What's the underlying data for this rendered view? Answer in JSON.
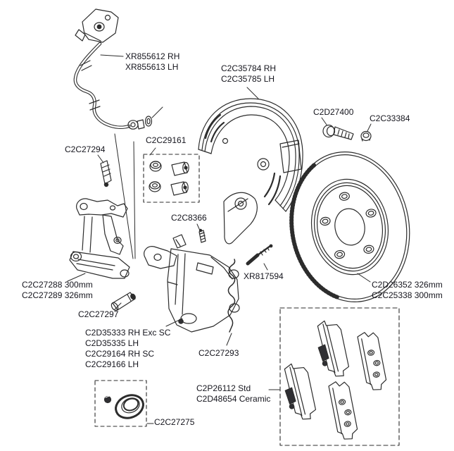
{
  "diagram": {
    "type": "exploded-parts-diagram",
    "subject": "front brake assembly",
    "colors": {
      "background": "#ffffff",
      "line_art": "#2c2c2c",
      "label_text": "#15151d"
    }
  },
  "labels": [
    {
      "part": "brake-hose",
      "text": "XR855612 RH\nXR855613 LH"
    },
    {
      "part": "splash-shield",
      "text": "C2C35784 RH\nC2C35785 LH"
    },
    {
      "part": "shield-bolt",
      "text": "C2D27400"
    },
    {
      "part": "shield-nut",
      "text": "C2C33384"
    },
    {
      "part": "wear-sensor-clip",
      "text": "C2C27294"
    },
    {
      "part": "guide-bushing-kit",
      "text": "C2C29161"
    },
    {
      "part": "bleed-screw",
      "text": "C2C8366"
    },
    {
      "part": "caliper-bracket",
      "text": "C2C27288 300mm\nC2C27289 326mm"
    },
    {
      "part": "slider-pin",
      "text": "C2C27297"
    },
    {
      "part": "brake-caliper",
      "text": "C2D35333 RH Exc SC\nC2D35335 LH\nC2C29164 RH SC\nC2C29166 LH"
    },
    {
      "part": "pad-retainer-spring",
      "text": "C2C27293"
    },
    {
      "part": "sensor-pin",
      "text": "XR817594"
    },
    {
      "part": "brake-disc",
      "text": "C2D26352 326mm\nC2C25338 300mm"
    },
    {
      "part": "brake-pad-set",
      "text": "C2P26112 Std\nC2D48654 Ceramic"
    },
    {
      "part": "piston-seal",
      "text": "C2C27275"
    }
  ]
}
